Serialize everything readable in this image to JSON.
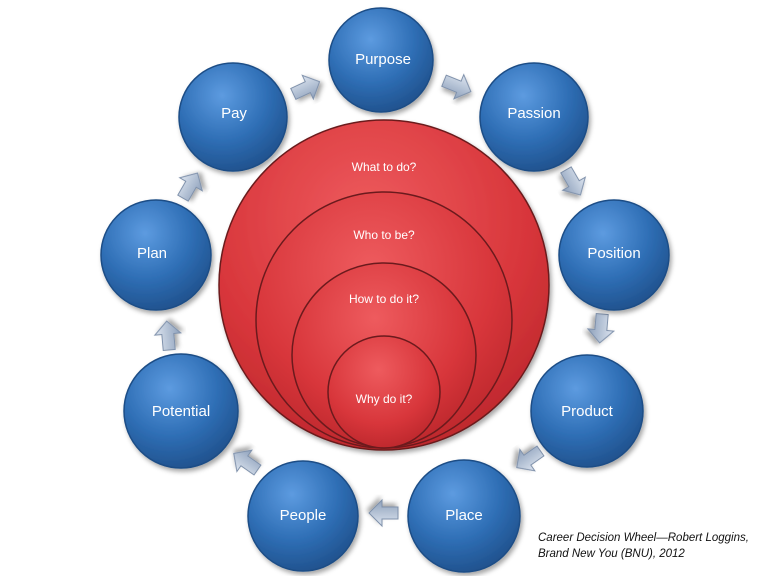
{
  "core": {
    "labels": [
      "What to do?",
      "Who to be?",
      "How to do it?",
      "Why do it?"
    ]
  },
  "wheel": {
    "nodes": [
      "Purpose",
      "Passion",
      "Position",
      "Product",
      "Place",
      "People",
      "Potential",
      "Plan",
      "Pay"
    ]
  },
  "caption": {
    "line1": "Career Decision Wheel—Robert Loggins,",
    "line2": "Brand New You (BNU), 2012"
  },
  "colors": {
    "node_blue": "#2e6db0",
    "core_red": "#d9353b",
    "arrow_gray": "#a7b6cc"
  }
}
